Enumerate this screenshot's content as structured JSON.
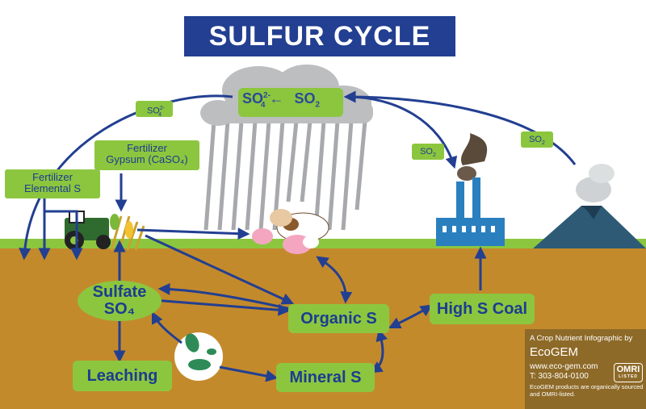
{
  "title": "SULFUR CYCLE",
  "cloud": {
    "sulfate": "SO",
    "sulfate_sup": "2-",
    "sulfate_sub": "4",
    "arrow": "←",
    "dioxide": "SO",
    "dioxide_sub": "2"
  },
  "labels": {
    "so4_arc": {
      "base": "SO",
      "sup": "2-",
      "sub": "4"
    },
    "so2_factory": {
      "base": "SO",
      "sub": "2"
    },
    "so2_volcano": {
      "base": "SO",
      "sub": "2"
    },
    "fertilizer_gypsum": [
      "Fertilizer",
      "Gypsum (CaSO₄)"
    ],
    "fertilizer_elemental": [
      "Fertilizer",
      "Elemental S"
    ],
    "sulfate": [
      "Sulfate",
      "SO₄"
    ],
    "organic_s": "Organic S",
    "high_s_coal": "High S Coal",
    "leaching": "Leaching",
    "mineral_s": "Mineral S"
  },
  "promo": {
    "tagline": "A Crop Nutrient Infographic by",
    "brand": "EcoGEM",
    "website": "www.eco-gem.com",
    "phone": "T: 303-804-0100",
    "note": "EcoGEM products are organically sourced and OMRI-listed.",
    "badge": "OMRI",
    "badge_sub": "LISTED"
  },
  "colors": {
    "arrow": "#223f91",
    "label_bg": "#8cc63f",
    "label_text": "#1b3d8f",
    "soil": "#c38a2c",
    "grass": "#8cc63f",
    "title_bg": "#223f91",
    "promo_bg": "#8e6a28"
  }
}
